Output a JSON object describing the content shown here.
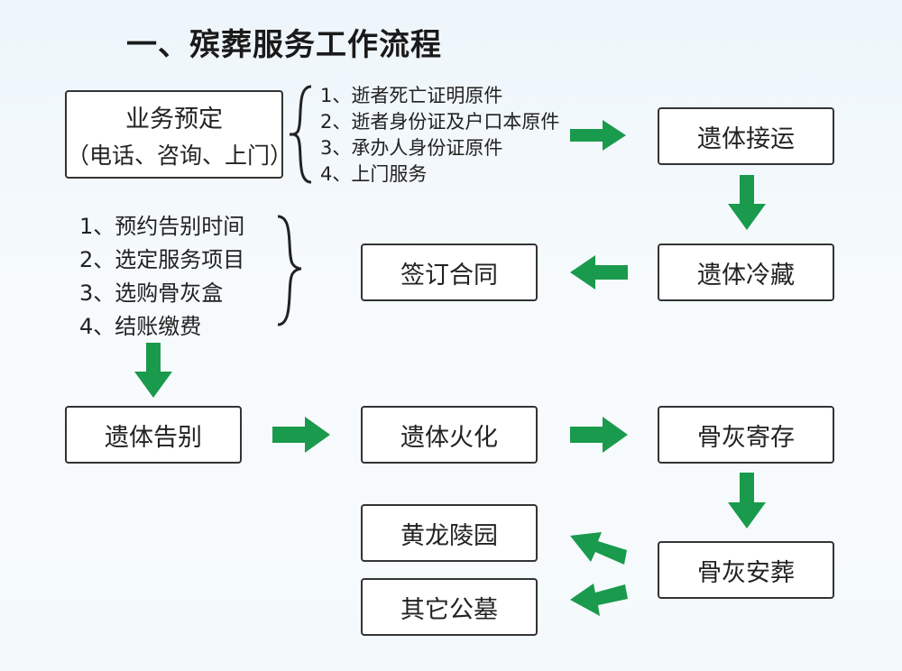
{
  "title": "一、殡葬服务工作流程",
  "booking": {
    "label": "业务预定",
    "sub": "（电话、咨询、上门）"
  },
  "booking_items": [
    "1、逝者死亡证明原件",
    "2、逝者身份证及户口本原件",
    "3、承办人身份证原件",
    "4、上门服务"
  ],
  "contract_items": [
    "1、预约告别时间",
    "2、选定服务项目",
    "3、选购骨灰盒",
    "4、结账缴费"
  ],
  "steps": {
    "transport": "遗体接运",
    "refrigeration": "遗体冷藏",
    "contract": "签订合同",
    "farewell": "遗体告别",
    "cremation": "遗体火化",
    "ash_storage": "骨灰寄存",
    "ash_burial": "骨灰安葬",
    "huanglong": "黄龙陵园",
    "other_cemetery": "其它公墓"
  },
  "colors": {
    "arrow": "#1a9a4c",
    "border": "#333333"
  }
}
